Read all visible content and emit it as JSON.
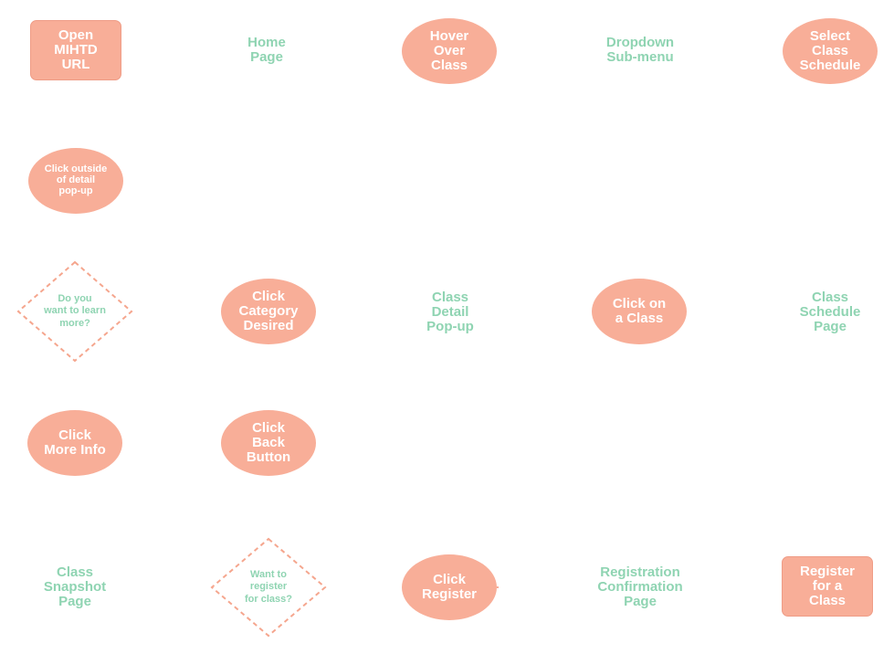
{
  "colors": {
    "action_fill": "#f8ae98",
    "action_text": "#ffffff",
    "page_text": "#8fd4b2",
    "decision_outline": "#f5a68e"
  },
  "nodes": {
    "open_url": "Open\nMIHTD\nURL",
    "home_page": "Home\nPage",
    "hover_over_class": "Hover\nOver\nClass",
    "dropdown_submenu": "Dropdown\nSub-menu",
    "select_class_schedule": "Select\nClass\nSchedule",
    "click_outside_popup": "Click outside\nof detail\npop-up",
    "learn_more_decision": "Do you\nwant to learn\nmore?",
    "click_category": "Click\nCategory\nDesired",
    "class_detail_popup": "Class\nDetail\nPop-up",
    "click_on_class": "Click on\na Class",
    "class_schedule_page": "Class\nSchedule\nPage",
    "click_more_info": "Click\nMore Info",
    "click_back_button": "Click\nBack\nButton",
    "class_snapshot_page": "Class\nSnapshot\nPage",
    "register_decision": "Want to\nregister\nfor class?",
    "click_register": "Click\nRegister",
    "registration_confirmation_page": "Registration\nConfirmation\nPage",
    "register_for_class": "Register\nfor a\nClass"
  }
}
